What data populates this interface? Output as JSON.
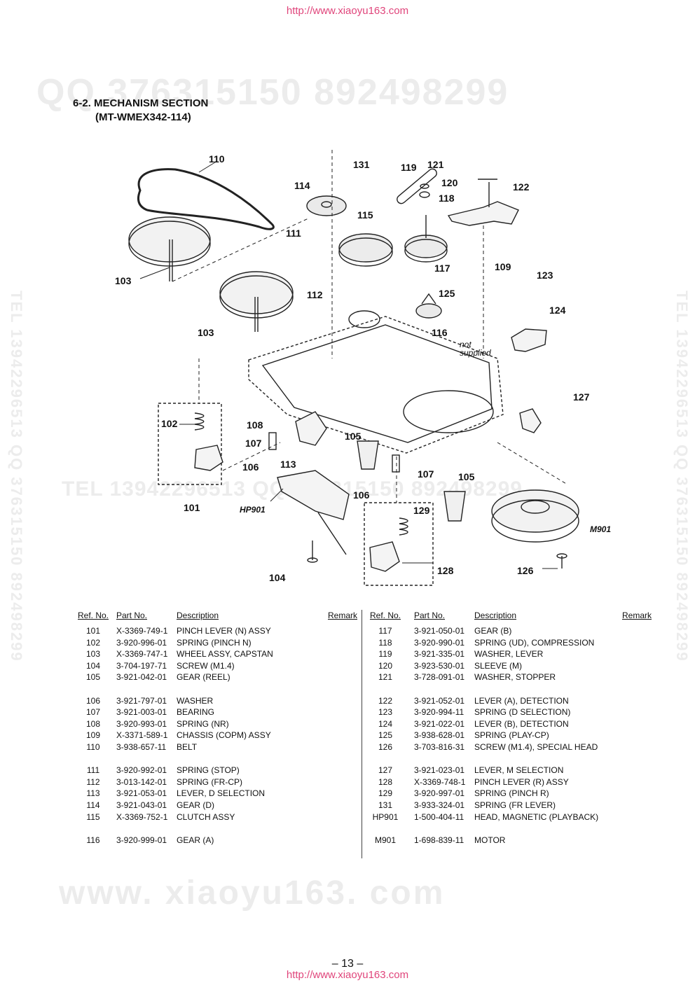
{
  "header": {
    "url": "http://www.xiaoyu163.com"
  },
  "footer": {
    "url": "http://www.xiaoyu163.com",
    "page_number": "– 13 –"
  },
  "watermarks": {
    "top": "QQ 376315150   892498299",
    "middle": "TEL 13942296513   QQ 376315150   892498299",
    "bottom": "www. xiaoyu163. com",
    "vertical": "TEL 13942296513   QQ 376315150   892498299"
  },
  "title": {
    "line1": "6-2. MECHANISM SECTION",
    "line2": "(MT-WMEX342-114)"
  },
  "diagram": {
    "labels": {
      "l110": "110",
      "l131": "131",
      "l119": "119",
      "l121": "121",
      "l120": "120",
      "l118": "118",
      "l122": "122",
      "l114": "114",
      "l115": "115",
      "l111": "111",
      "l117": "117",
      "l109": "109",
      "l123": "123",
      "l103a": "103",
      "l103b": "103",
      "l112": "112",
      "l125": "125",
      "l116": "116",
      "l124": "124",
      "l127": "127",
      "l102": "102",
      "l108": "108",
      "l107a": "107",
      "l106a": "106",
      "l113": "113",
      "l105a": "105",
      "l107b": "107",
      "l105b": "105",
      "l106b": "106",
      "l101": "101",
      "l129": "129",
      "l128": "128",
      "l126": "126",
      "l104": "104",
      "hp901": "HP901",
      "m901": "M901",
      "not": "not",
      "supplied": "supplied"
    }
  },
  "parts_table": {
    "headers": {
      "ref": "Ref. No.",
      "part": "Part No.",
      "desc": "Description",
      "remark": "Remark"
    },
    "left": [
      [
        {
          "ref": "101",
          "part": "X-3369-749-1",
          "desc": "PINCH LEVER (N) ASSY"
        },
        {
          "ref": "102",
          "part": "3-920-996-01",
          "desc": "SPRING (PINCH N)"
        },
        {
          "ref": "103",
          "part": "X-3369-747-1",
          "desc": "WHEEL ASSY, CAPSTAN"
        },
        {
          "ref": "104",
          "part": "3-704-197-71",
          "desc": "SCREW (M1.4)"
        },
        {
          "ref": "105",
          "part": "3-921-042-01",
          "desc": "GEAR (REEL)"
        }
      ],
      [
        {
          "ref": "106",
          "part": "3-921-797-01",
          "desc": "WASHER"
        },
        {
          "ref": "107",
          "part": "3-921-003-01",
          "desc": "BEARING"
        },
        {
          "ref": "108",
          "part": "3-920-993-01",
          "desc": "SPRING (NR)"
        },
        {
          "ref": "109",
          "part": "X-3371-589-1",
          "desc": "CHASSIS (COPM) ASSY"
        },
        {
          "ref": "110",
          "part": "3-938-657-11",
          "desc": "BELT"
        }
      ],
      [
        {
          "ref": "111",
          "part": "3-920-992-01",
          "desc": "SPRING (STOP)"
        },
        {
          "ref": "112",
          "part": "3-013-142-01",
          "desc": "SPRING (FR-CP)"
        },
        {
          "ref": "113",
          "part": "3-921-053-01",
          "desc": "LEVER, D SELECTION"
        },
        {
          "ref": "114",
          "part": "3-921-043-01",
          "desc": "GEAR (D)"
        },
        {
          "ref": "115",
          "part": "X-3369-752-1",
          "desc": "CLUTCH ASSY"
        }
      ],
      [
        {
          "ref": "116",
          "part": "3-920-999-01",
          "desc": "GEAR (A)"
        }
      ]
    ],
    "right": [
      [
        {
          "ref": "117",
          "part": "3-921-050-01",
          "desc": "GEAR (B)"
        },
        {
          "ref": "118",
          "part": "3-920-990-01",
          "desc": "SPRING (UD), COMPRESSION"
        },
        {
          "ref": "119",
          "part": "3-921-335-01",
          "desc": "WASHER, LEVER"
        },
        {
          "ref": "120",
          "part": "3-923-530-01",
          "desc": "SLEEVE (M)"
        },
        {
          "ref": "121",
          "part": "3-728-091-01",
          "desc": "WASHER, STOPPER"
        }
      ],
      [
        {
          "ref": "122",
          "part": "3-921-052-01",
          "desc": "LEVER (A), DETECTION"
        },
        {
          "ref": "123",
          "part": "3-920-994-11",
          "desc": "SPRING (D SELECTION)"
        },
        {
          "ref": "124",
          "part": "3-921-022-01",
          "desc": "LEVER (B), DETECTION"
        },
        {
          "ref": "125",
          "part": "3-938-628-01",
          "desc": "SPRING (PLAY-CP)"
        },
        {
          "ref": "126",
          "part": "3-703-816-31",
          "desc": "SCREW (M1.4), SPECIAL HEAD"
        }
      ],
      [
        {
          "ref": "127",
          "part": "3-921-023-01",
          "desc": "LEVER, M SELECTION"
        },
        {
          "ref": "128",
          "part": "X-3369-748-1",
          "desc": "PINCH LEVER (R) ASSY"
        },
        {
          "ref": "129",
          "part": "3-920-997-01",
          "desc": "SPRING (PINCH R)"
        },
        {
          "ref": "131",
          "part": "3-933-324-01",
          "desc": "SPRING (FR LEVER)"
        },
        {
          "ref": "HP901",
          "part": "1-500-404-11",
          "desc": "HEAD, MAGNETIC (PLAYBACK)"
        }
      ],
      [
        {
          "ref": "M901",
          "part": "1-698-839-11",
          "desc": "MOTOR"
        }
      ]
    ]
  }
}
